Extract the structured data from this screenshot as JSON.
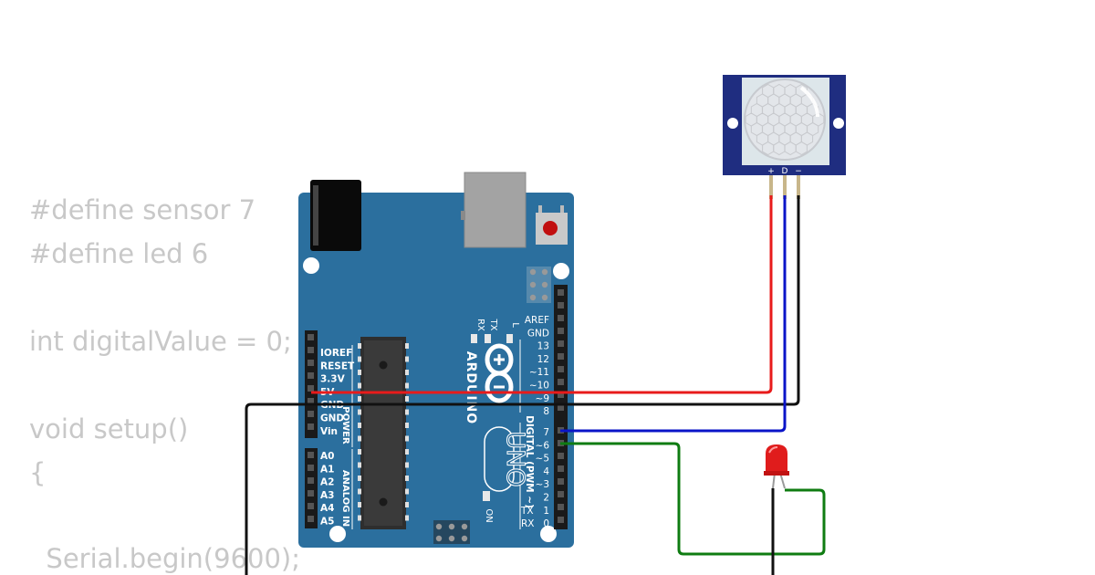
{
  "code": {
    "lines": [
      "#define sensor 7",
      "#define led 6",
      "int digitalValue = 0;",
      "void setup()",
      "{",
      "  Serial.begin(9600);"
    ]
  },
  "board": {
    "brand": "ARDUINO",
    "model": "UNO",
    "power_label": "POWER",
    "analog_label": "ANALOG IN",
    "digital_label": "DIGITAL (PWM ~)",
    "on_label": "ON",
    "led_l": "L",
    "led_tx": "TX",
    "led_rx": "RX",
    "power_pins": [
      "IOREF",
      "RESET",
      "3.3V",
      "5V",
      "GND",
      "GND",
      "Vin"
    ],
    "analog_pins": [
      "A0",
      "A1",
      "A2",
      "A3",
      "A4",
      "A5"
    ],
    "digital_top": [
      "AREF",
      "GND",
      "13",
      "12",
      "~11",
      "~10",
      "~9",
      "8"
    ],
    "digital_bottom": [
      "7",
      "~6",
      "~5",
      "4",
      "~3",
      "2",
      "TX",
      "RX"
    ],
    "digital_bottom_nums": [
      "",
      "",
      "",
      "",
      "",
      "",
      "1",
      "0"
    ],
    "color": "#2b6f9e"
  },
  "pir": {
    "pins": [
      "+",
      "D",
      "−"
    ]
  },
  "wires": {
    "power": "#e81b1b",
    "signal": "#0a14c8",
    "ground": "#111111",
    "led": "#0f7c12"
  }
}
